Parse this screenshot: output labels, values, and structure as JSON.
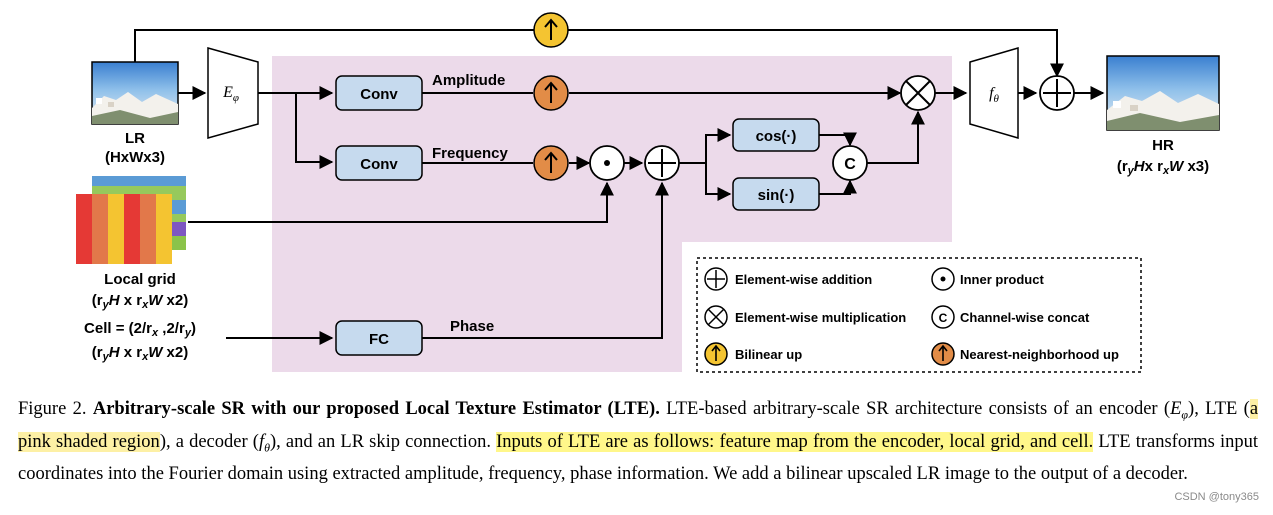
{
  "figure": {
    "lr": {
      "title": "LR",
      "dims": "(HxWx3)"
    },
    "hr": {
      "title": "HR",
      "dims": "(r_yH x r_xW x3)"
    },
    "encoder_label": "Eφ",
    "decoder_label": "fθ",
    "blocks": {
      "conv_amp": "Conv",
      "conv_freq": "Conv",
      "fc": "FC",
      "cos": "cos(·)",
      "sin": "sin(·)",
      "concat": "C",
      "inner_dot": "·"
    },
    "edge_labels": {
      "amplitude": "Amplitude",
      "frequency": "Frequency",
      "phase": "Phase"
    },
    "local_grid": {
      "title": "Local grid",
      "dims": "(r_yH x r_xW x2)"
    },
    "cell": {
      "formula": "Cell = (2/r_x ,2/r_y)",
      "dims": "(r_yH x r_xW x2)"
    },
    "legend": {
      "add": "Element-wise addition",
      "inner": "Inner product",
      "mult": "Element-wise multiplication",
      "concat": "Channel-wise concat",
      "bilinear": "Bilinear up",
      "nearest": "Nearest-neighborhood up"
    },
    "colors": {
      "pink_region": "#ecdaea",
      "block_fill": "#c6daee",
      "bilinear_up": "#f4c431",
      "nearest_up": "#e28c47",
      "highlight": "#fff78a"
    },
    "icons": [
      "up-arrow-icon",
      "plus-circle-icon",
      "times-circle-icon",
      "dot-circle-icon",
      "c-circle-icon"
    ]
  },
  "caption": {
    "figure_no": "Figure 2.",
    "title": "Arbitrary-scale SR with our proposed Local Texture Estimator (LTE).",
    "text_1": "LTE-based arbitrary-scale SR architecture consists of an encoder (",
    "enc_sym": "Eφ",
    "text_2": "), LTE (",
    "hl_1": "a pink shaded region",
    "text_3": "), a decoder (",
    "dec_sym": "fθ",
    "text_4": "), and an LR skip connection.",
    "hl_2": "Inputs of LTE are as follows: feature map from the encoder, local grid, and cell.",
    "text_5": "LTE transforms input coordinates into the Fourier domain using extracted amplitude, frequency, phase information. We add a bilinear upscaled LR image to the output of a decoder."
  },
  "watermark": "CSDN @tony365"
}
